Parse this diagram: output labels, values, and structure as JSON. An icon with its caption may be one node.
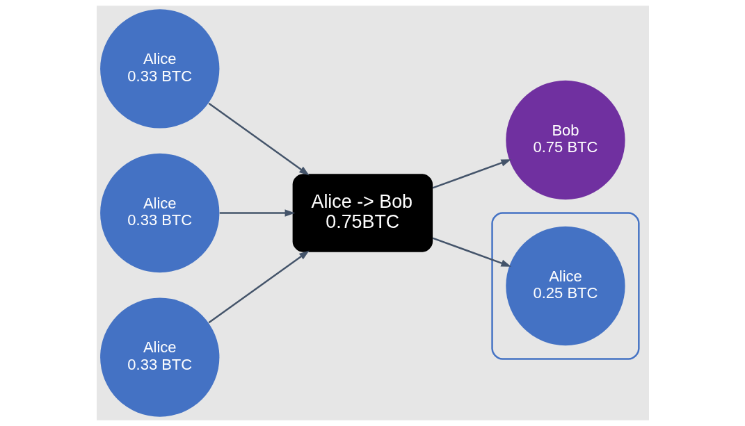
{
  "diagram": {
    "nodes": [
      {
        "text": [
          "Alice",
          "0.33 BTC"
        ]
      },
      {
        "text": [
          "Alice",
          "0.33 BTC"
        ]
      },
      {
        "text": [
          "Alice",
          "0.33 BTC"
        ]
      },
      {
        "text": [
          "Alice -> Bob",
          "0.75BTC"
        ]
      },
      {
        "text": [
          "Bob",
          "0.75 BTC"
        ]
      },
      {
        "text": [],
        "shape": "box"
      },
      {
        "text": [
          "Alice",
          "0.25 BTC"
        ],
        "in": 5
      }
    ],
    "edges": [
      {
        "from": 0,
        "to": 3,
        "arrow": "to"
      },
      {
        "from": 1,
        "to": 3,
        "arrow": "to"
      },
      {
        "from": 2,
        "to": 3,
        "arrow": "to"
      },
      {
        "from": 3,
        "to": 4,
        "arrow": "to"
      },
      {
        "from": 3,
        "to": 6,
        "arrow": "to"
      }
    ]
  }
}
